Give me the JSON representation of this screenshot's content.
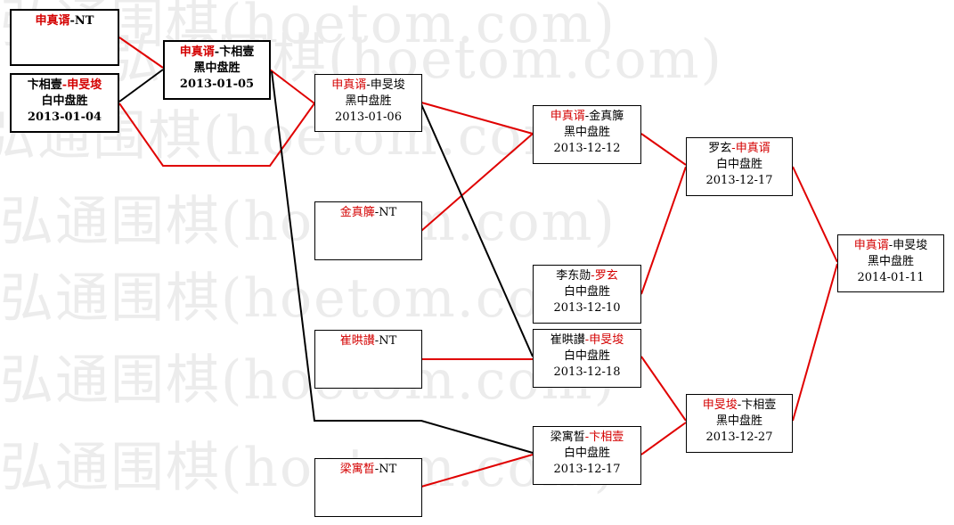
{
  "watermark": "弘通围棋(hoetom.com)",
  "colors": {
    "winner_line": "#e00000",
    "loser_line": "#000000",
    "winner_text": "#d40000"
  },
  "matches": {
    "r0": {
      "p1": "申真谞",
      "sep": "-",
      "p2": "NT"
    },
    "r1": {
      "p1": "卞相壹",
      "sep": "-",
      "p2": "申旻埈",
      "result": "白中盘胜",
      "date": "2013-01-04"
    },
    "r2": {
      "p1": "申真谞",
      "sep": "-",
      "p2": "卞相壹",
      "result": "黑中盘胜",
      "date": "2013-01-05"
    },
    "r3": {
      "p1": "申真谞",
      "sep": "-",
      "p2": "申旻埈",
      "result": "黑中盘胜",
      "date": "2013-01-06"
    },
    "r4": {
      "p1": "金真簲",
      "sep": "-",
      "p2": "NT"
    },
    "r5": {
      "p1": "崔晎讃",
      "sep": "-",
      "p2": "NT"
    },
    "r6": {
      "p1": "梁寓晳",
      "sep": "-",
      "p2": "NT"
    },
    "r7": {
      "p1": "申真谞",
      "sep": "-",
      "p2": "金真簲",
      "result": "黑中盘胜",
      "date": "2013-12-12"
    },
    "r8": {
      "p1": "李东勋",
      "sep": "-",
      "p2": "罗玄",
      "result": "白中盘胜",
      "date": "2013-12-10"
    },
    "r9": {
      "p1": "崔晎讃",
      "sep": "-",
      "p2": "申旻埈",
      "result": "白中盘胜",
      "date": "2013-12-18"
    },
    "r10": {
      "p1": "梁寓晳",
      "sep": "-",
      "p2": "卞相壹",
      "result": "白中盘胜",
      "date": "2013-12-17"
    },
    "r11": {
      "p1": "罗玄",
      "sep": "-",
      "p2": "申真谞",
      "result": "白中盘胜",
      "date": "2013-12-17"
    },
    "r12": {
      "p1": "申旻埈",
      "sep": "-",
      "p2": "卞相壹",
      "result": "黑中盘胜",
      "date": "2013-12-27"
    },
    "final": {
      "p1": "申真谞",
      "sep": "-",
      "p2": "申旻埈",
      "result": "黑中盘胜",
      "date": "2014-01-11"
    }
  }
}
